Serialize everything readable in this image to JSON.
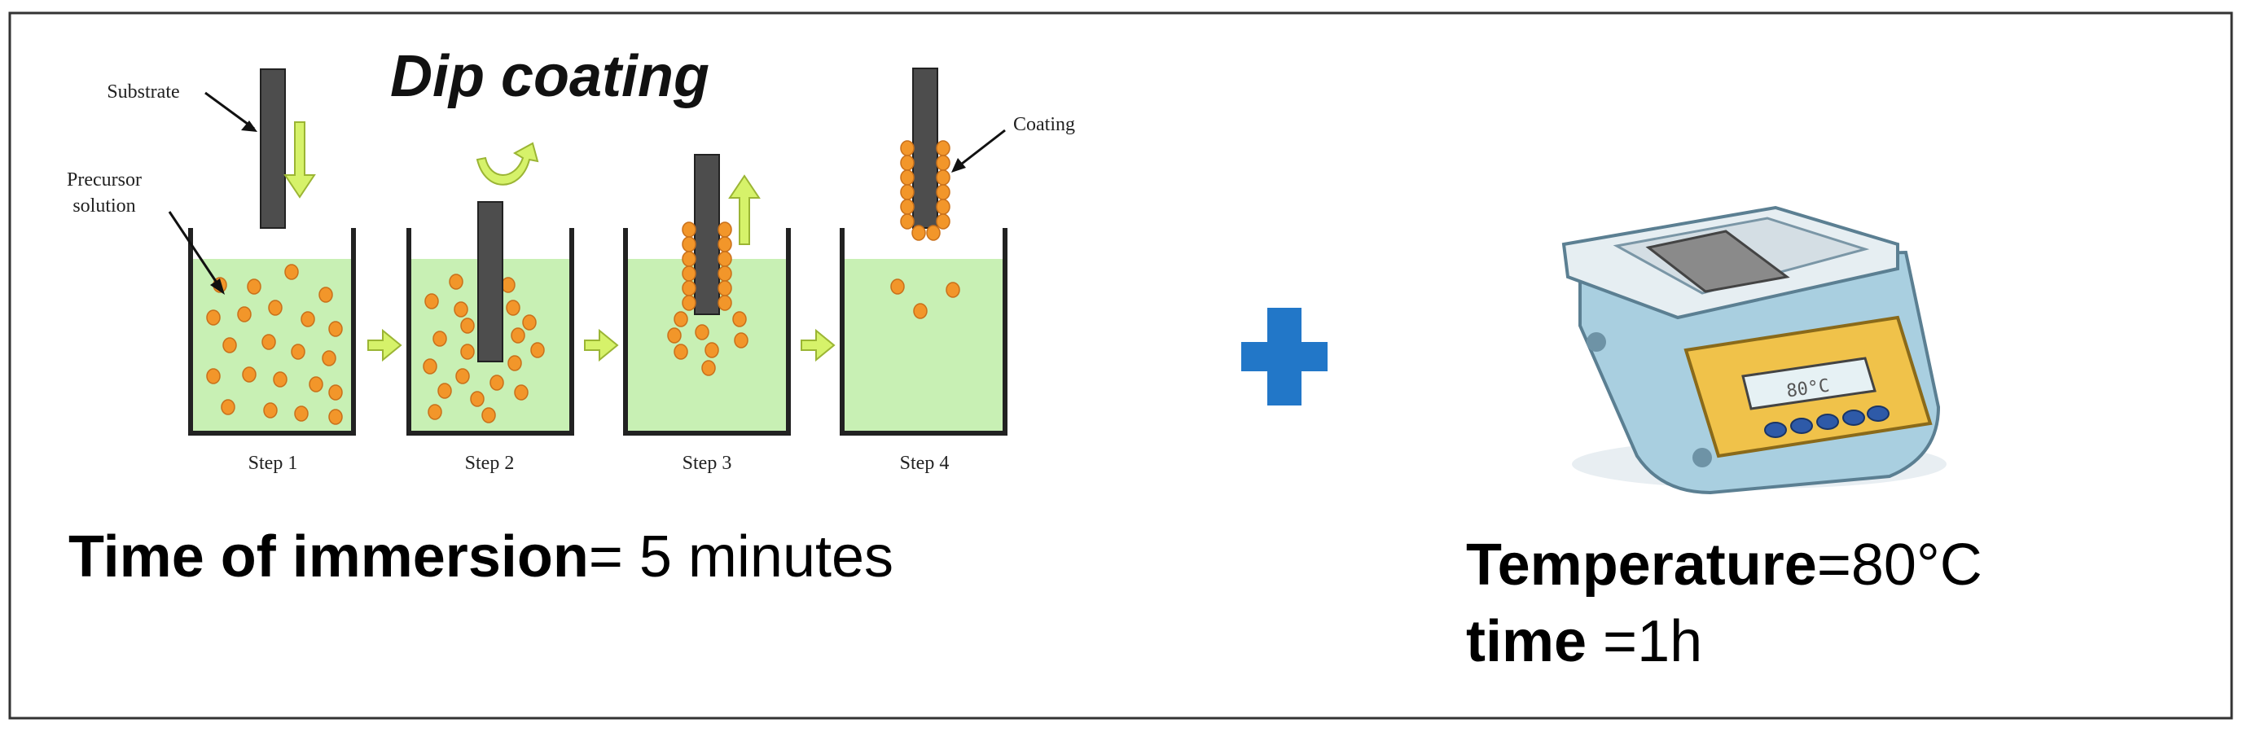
{
  "diagram": {
    "title": "Dip coating",
    "labels": {
      "substrate": "Substrate",
      "precursor_line1": "Precursor",
      "precursor_line2": "solution",
      "coating": "Coating"
    },
    "steps": [
      "Step 1",
      "Step 2",
      "Step 3",
      "Step 4"
    ],
    "immersion": {
      "label": "Time of immersion",
      "value": "= 5 minutes"
    },
    "heating": {
      "temperature_label": "Temperature",
      "temperature_value": "=80°C",
      "time_label": "time",
      "time_value": " =1h",
      "display_reading": "80°C"
    }
  },
  "colors": {
    "solution": "#c8f0b4",
    "particle": "#f2962a",
    "substrate": "#4d4d4d",
    "arrow": "#d6f26a",
    "plus": "#2277c8",
    "device_body": "#a9cfe0",
    "device_panel": "#f0c24a",
    "buttons": "#2e5aa8"
  },
  "icons": [
    "plus-icon",
    "arrow-right-icon",
    "arrow-down-icon",
    "arrow-up-icon",
    "rotate-arrow-icon",
    "hotplate-icon"
  ]
}
